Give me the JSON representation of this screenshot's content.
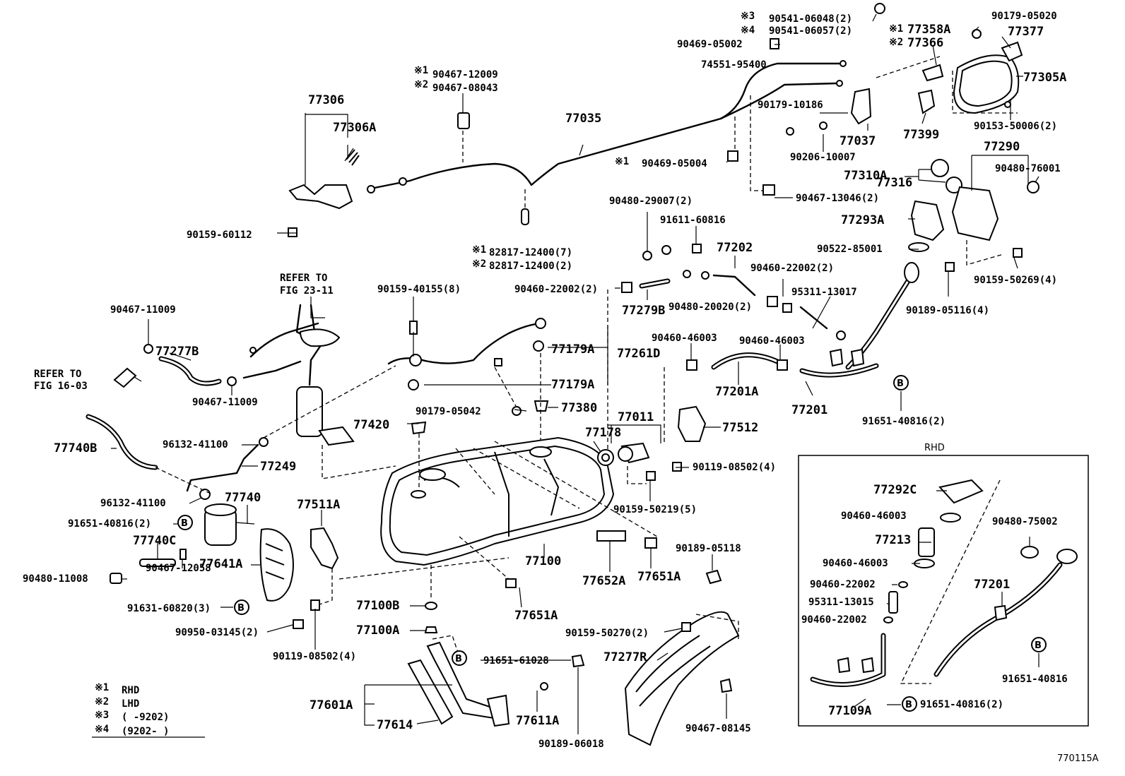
{
  "diagram_id": "770115A",
  "refer_fig_23": "REFER TO",
  "refer_fig_23_b": "FIG 23-11",
  "refer_fig_16": "REFER TO",
  "refer_fig_16_b": "FIG 16-03",
  "rhd_box_title": "RHD",
  "legend": [
    {
      "mark": "※1",
      "text": "RHD"
    },
    {
      "mark": "※2",
      "text": "LHD"
    },
    {
      "mark": "※3",
      "text": "(      -9202)"
    },
    {
      "mark": "※4",
      "text": "(9202-       )"
    }
  ],
  "labels": {
    "p1": "90541-06048(2)",
    "p1m": "※3",
    "p2": "90541-06057(2)",
    "p2m": "※4",
    "p3": "90469-05002",
    "p4": "74551-95400",
    "p5": "90179-05020",
    "p6": "77358A",
    "p6m": "※1",
    "p7": "77366",
    "p7m": "※2",
    "p8": "77377",
    "p9": "77305A",
    "p10": "90153-50006(2)",
    "p11": "90467-12009",
    "p11m": "※1",
    "p12": "90467-08043",
    "p12m": "※2",
    "p13": "77306",
    "p14": "77306A",
    "p15": "77035",
    "p16": "90179-10186",
    "p17": "77037",
    "p18": "77399",
    "p19": "90206-10007",
    "p20": "90469-05004",
    "p20m": "※1",
    "p21": "77290",
    "p22": "90480-76001",
    "p23": "77310A",
    "p24": "77316",
    "p25": "90467-13046(2)",
    "p26": "77293A",
    "p27": "90159-60112",
    "p28": "82817-12400(7)",
    "p28m": "※1",
    "p29": "82817-12400(2)",
    "p29m": "※2",
    "p30": "90480-29007(2)",
    "p31": "91611-60816",
    "p32": "77202",
    "p33": "90522-85001",
    "p34": "90460-22002(2)",
    "p35": "90159-50269(4)",
    "p36": "90460-22002(2)",
    "p37": "77279B",
    "p38": "90480-20020(2)",
    "p39": "95311-13017",
    "p40": "90189-05116(4)",
    "p41": "90159-40155(8)",
    "p42": "90467-11009",
    "p43": "77277B",
    "p44": "77179A",
    "p45": "77261D",
    "p46": "90460-46003",
    "p47": "90460-46003",
    "p48": "77201A",
    "p49": "77201",
    "p50": "91651-40816(2)",
    "p51": "90467-11009",
    "p52": "77179A",
    "p53": "90179-05042",
    "p54": "77380",
    "p55": "77011",
    "p56": "77420",
    "p57": "77178",
    "p58": "77512",
    "p59": "77740B",
    "p60": "96132-41100",
    "p61": "77249",
    "p62": "90119-08502(4)",
    "p63": "96132-41100",
    "p64": "77740",
    "p65": "77511A",
    "p66": "90159-50219(5)",
    "p67": "91651-40816(2)",
    "p68": "77740C",
    "p69": "77641A",
    "p70": "77100",
    "p71": "77652A",
    "p72": "77651A",
    "p73": "90189-05118",
    "p74": "90480-11008",
    "p75": "90467-12058",
    "p76": "91631-60820(3)",
    "p77": "77100B",
    "p78": "77651A",
    "p79": "90950-03145(2)",
    "p80": "77100A",
    "p81": "90159-50270(2)",
    "p82": "90119-08502(4)",
    "p83": "91651-61028",
    "p84": "77277R",
    "p85": "77601A",
    "p86": "77614",
    "p87": "77611A",
    "p88": "90189-06018",
    "p89": "90467-08145",
    "r1": "77292C",
    "r2": "90460-46003",
    "r3": "77213",
    "r4": "90480-75002",
    "r5": "90460-46003",
    "r6": "77201",
    "r7": "90460-22002",
    "r8": "95311-13015",
    "r9": "90460-22002",
    "r10": "91651-40816",
    "r11": "77109A",
    "r12": "91651-40816(2)"
  }
}
